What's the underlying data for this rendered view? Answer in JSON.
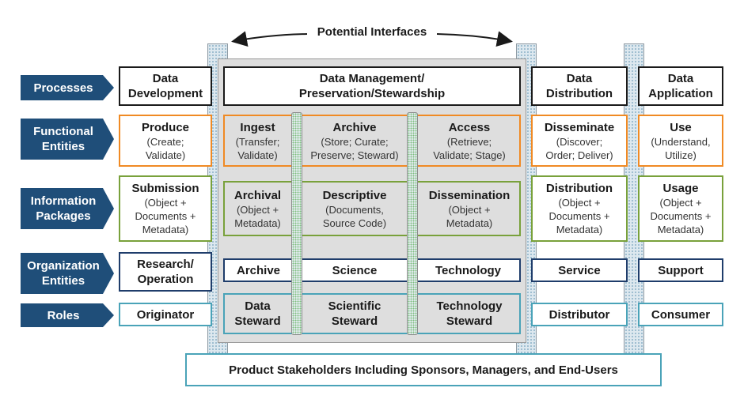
{
  "header": {
    "potential_interfaces": "Potential Interfaces"
  },
  "row_labels": {
    "processes": "Processes",
    "functional_entities": "Functional\nEntities",
    "information_packages": "Information\nPackages",
    "organization_entities": "Organization\nEntities",
    "roles": "Roles"
  },
  "processes": {
    "data_development": "Data\nDevelopment",
    "data_management": "Data Management/\nPreservation/Stewardship",
    "data_distribution": "Data\nDistribution",
    "data_application": "Data\nApplication"
  },
  "functional_entities": {
    "produce": {
      "title": "Produce",
      "sub": "(Create;\nValidate)"
    },
    "ingest": {
      "title": "Ingest",
      "sub": "(Transfer;\nValidate)"
    },
    "archive": {
      "title": "Archive",
      "sub": "(Store; Curate;\nPreserve; Steward)"
    },
    "access": {
      "title": "Access",
      "sub": "(Retrieve;\nValidate; Stage)"
    },
    "disseminate": {
      "title": "Disseminate",
      "sub": "(Discover;\nOrder; Deliver)"
    },
    "use": {
      "title": "Use",
      "sub": "(Understand,\nUtilize)"
    }
  },
  "information_packages": {
    "submission": {
      "title": "Submission",
      "sub": "(Object +\nDocuments +\nMetadata)"
    },
    "archival": {
      "title": "Archival",
      "sub": "(Object +\nMetadata)"
    },
    "descriptive": {
      "title": "Descriptive",
      "sub": "(Documents,\nSource Code)"
    },
    "dissemination": {
      "title": "Dissemination",
      "sub": "(Object +\nMetadata)"
    },
    "distribution": {
      "title": "Distribution",
      "sub": "(Object +\nDocuments +\nMetadata)"
    },
    "usage": {
      "title": "Usage",
      "sub": "(Object +\nDocuments +\nMetadata)"
    }
  },
  "organization_entities": {
    "research_operation": "Research/\nOperation",
    "archive": "Archive",
    "science": "Science",
    "technology": "Technology",
    "service": "Service",
    "support": "Support"
  },
  "roles": {
    "originator": "Originator",
    "data_steward": "Data\nSteward",
    "scientific_steward": "Scientific\nSteward",
    "technology_steward": "Technology\nSteward",
    "distributor": "Distributor",
    "consumer": "Consumer"
  },
  "footer": {
    "stakeholders": "Product Stakeholders Including Sponsors, Managers, and End-Users"
  },
  "colors": {
    "label_fill": "#1f4e79",
    "processes_border": "#1a1a1a",
    "functional_border": "#f08a24",
    "packages_border": "#79a13b",
    "organization_border": "#1f3d6b",
    "roles_border": "#4aa3b8",
    "panel_fill": "#dedede"
  }
}
